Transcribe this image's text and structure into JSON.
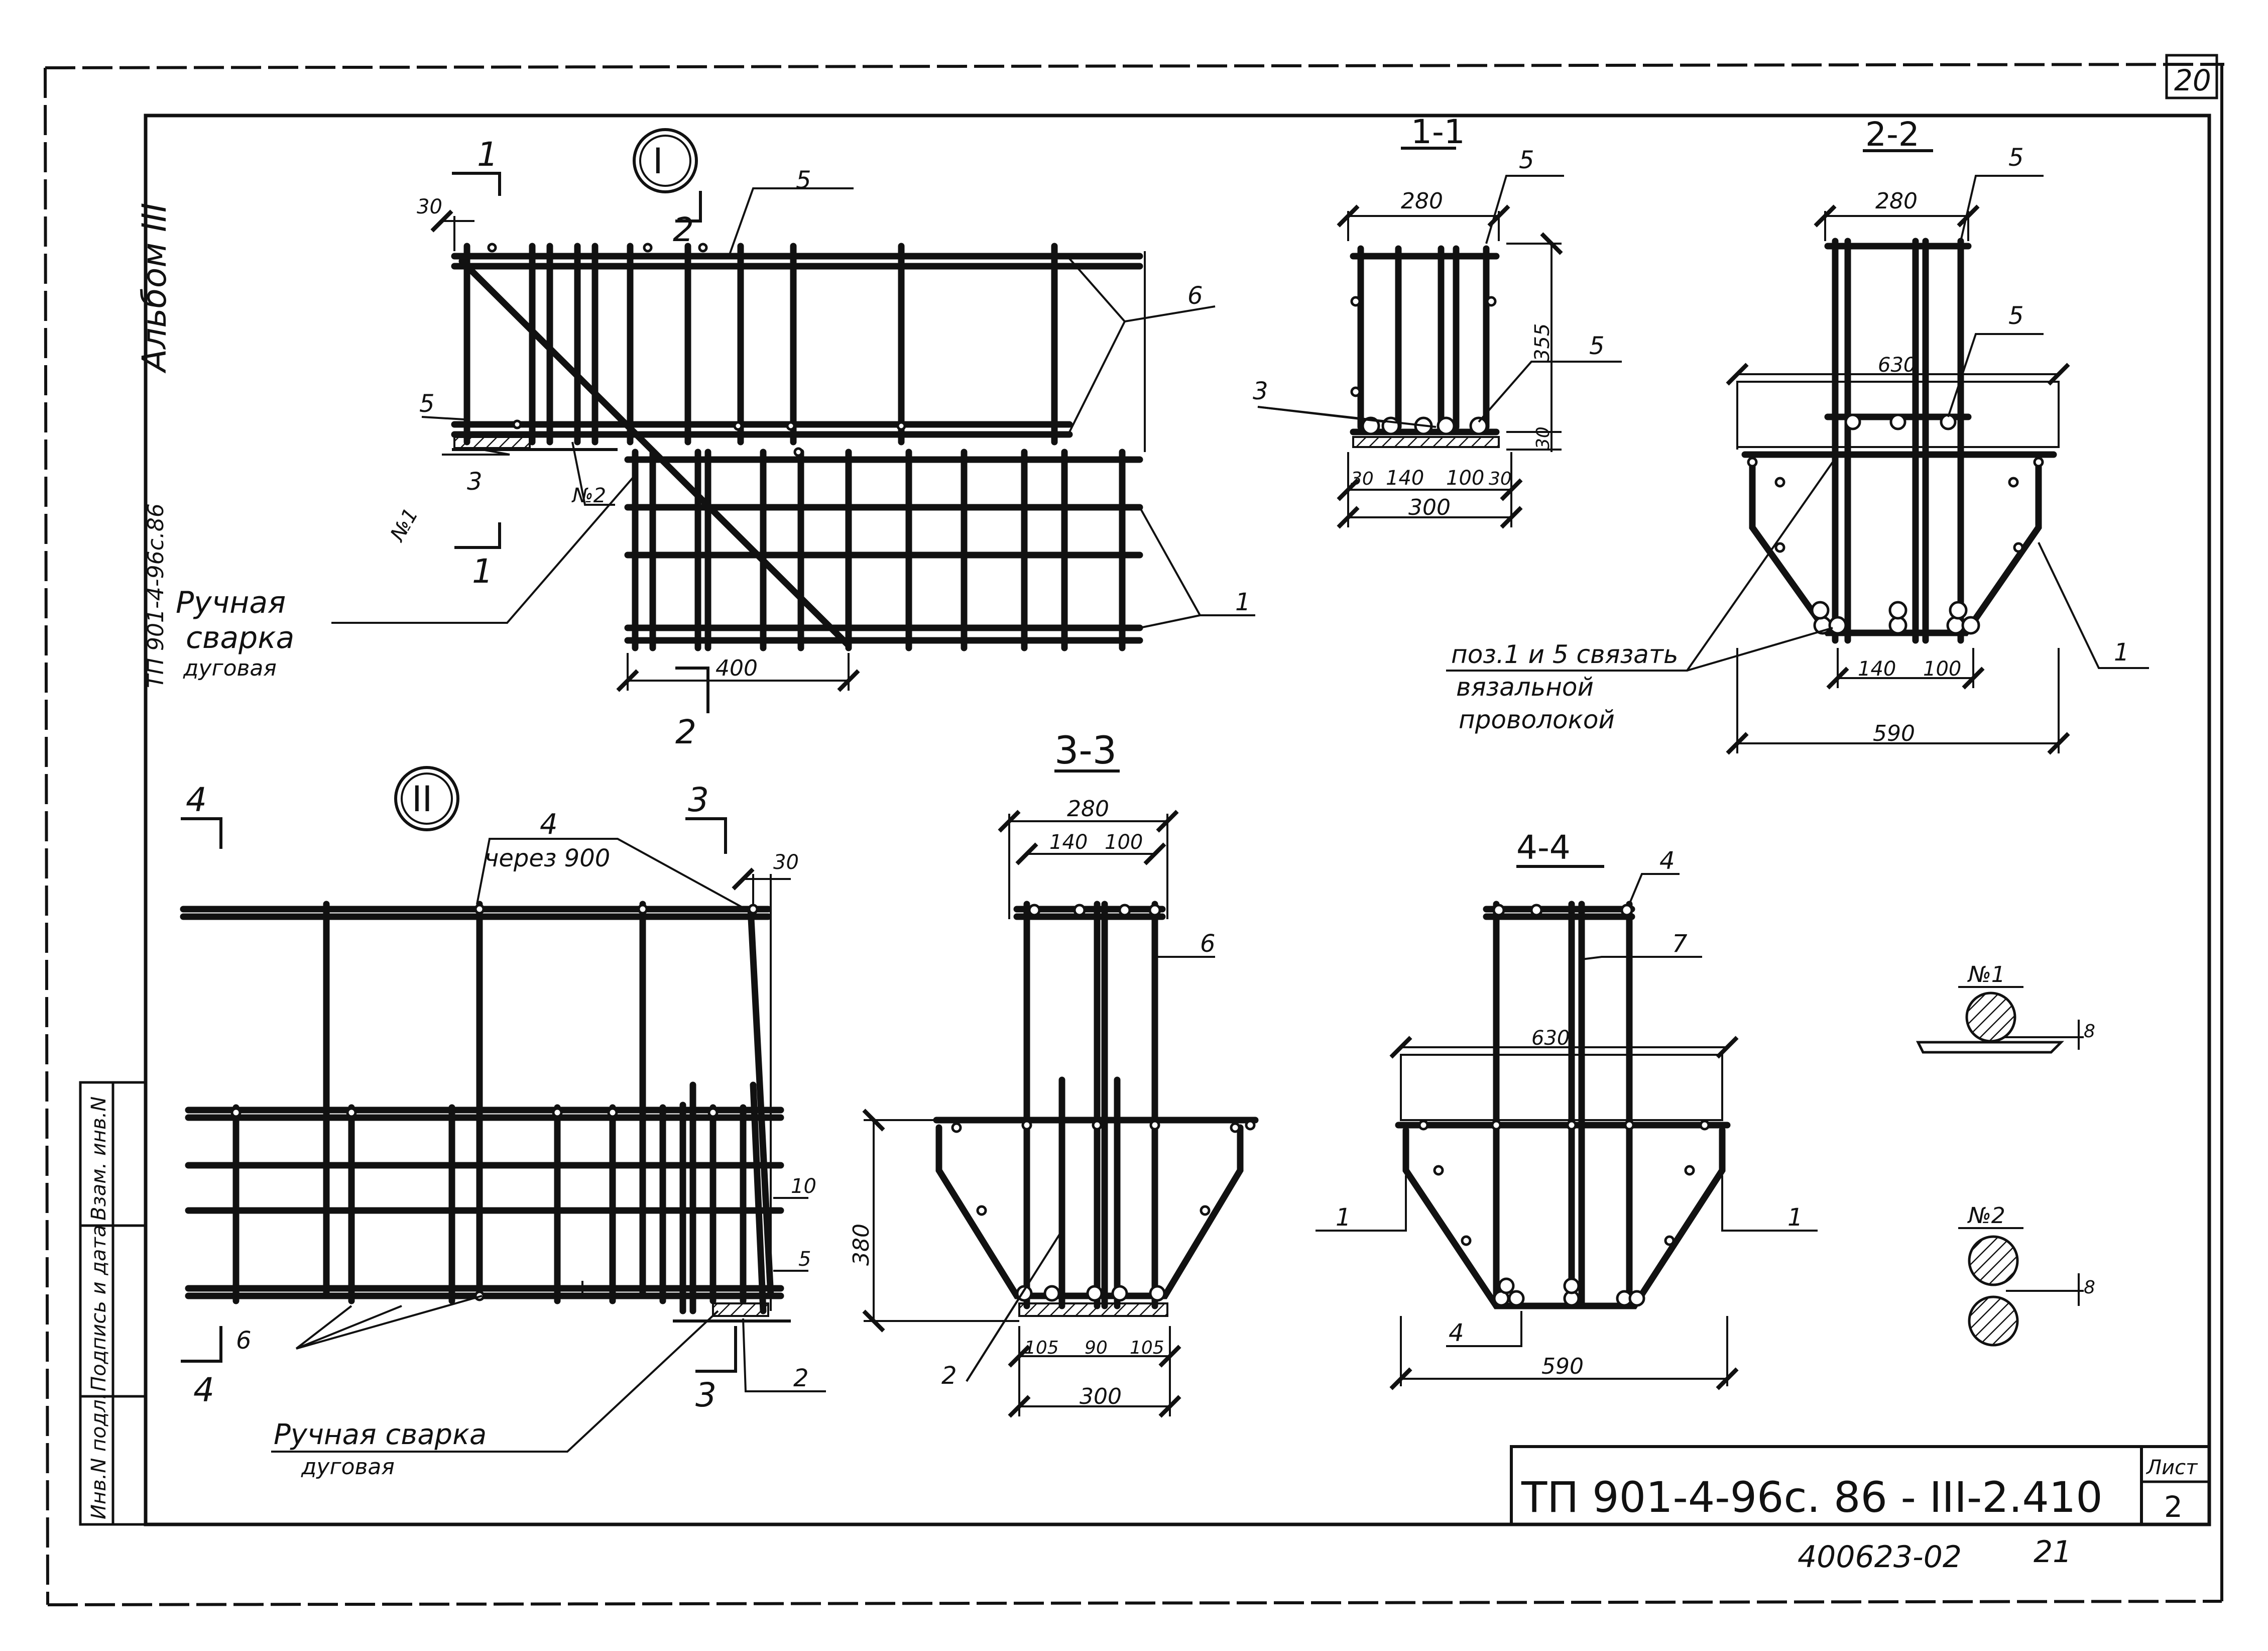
{
  "sheet": {
    "corner_number": "20",
    "vertical_code": "ТП 901-4-96с.86",
    "vertical_album": "Альбом III"
  },
  "stamp_fields": [
    "Инв.N подл.",
    "Подпись и дата",
    "Взам. инв.N"
  ],
  "views": {
    "view1": {
      "roman": "I",
      "section_marks": [
        "1",
        "2",
        "1",
        "2"
      ],
      "dims": [
        "30",
        "400"
      ],
      "positions": [
        "5",
        "6",
        "5",
        "3",
        "1"
      ],
      "weld_refs": [
        "№1",
        "№2"
      ],
      "note_line1": "Ручная",
      "note_line2": "сварка",
      "note_line3": "дуговая"
    },
    "view2": {
      "roman": "II",
      "section_marks": [
        "4",
        "3",
        "4",
        "3"
      ],
      "positions": [
        "4",
        "6",
        "2"
      ],
      "pos4_step": "через 900",
      "dims": [
        "30",
        "10",
        "5"
      ],
      "note_line1": "Ручная сварка",
      "note_line2": "дуговая"
    }
  },
  "sections": {
    "s1_1": {
      "title": "1-1",
      "positions": [
        "5",
        "5",
        "3"
      ],
      "dims": [
        "280",
        "355",
        "30",
        "30",
        "140",
        "100",
        "30",
        "300"
      ]
    },
    "s2_2": {
      "title": "2-2",
      "positions": [
        "5",
        "5",
        "1"
      ],
      "dims": [
        "280",
        "630",
        "140",
        "100",
        "590"
      ],
      "tie_note": [
        "поз.1 и 5 связать",
        "вязальной",
        "проволокой"
      ]
    },
    "s3_3": {
      "title": "3-3",
      "positions": [
        "6",
        "2"
      ],
      "dims": [
        "280",
        "140",
        "100",
        "380",
        "105",
        "90",
        "105",
        "300"
      ]
    },
    "s4_4": {
      "title": "4-4",
      "positions": [
        "4",
        "7",
        "1",
        "1",
        "4"
      ],
      "dims": [
        "630",
        "590"
      ]
    }
  },
  "weld_details": [
    {
      "title": "№1",
      "size": "8"
    },
    {
      "title": "№2",
      "size": "8"
    }
  ],
  "title_block": {
    "document_code": "ТП 901-4-96с. 86 - III-2.410",
    "sheet_label": "Лист",
    "sheet_number": "2",
    "archive_number": "400623-02",
    "archive_page": "21"
  }
}
